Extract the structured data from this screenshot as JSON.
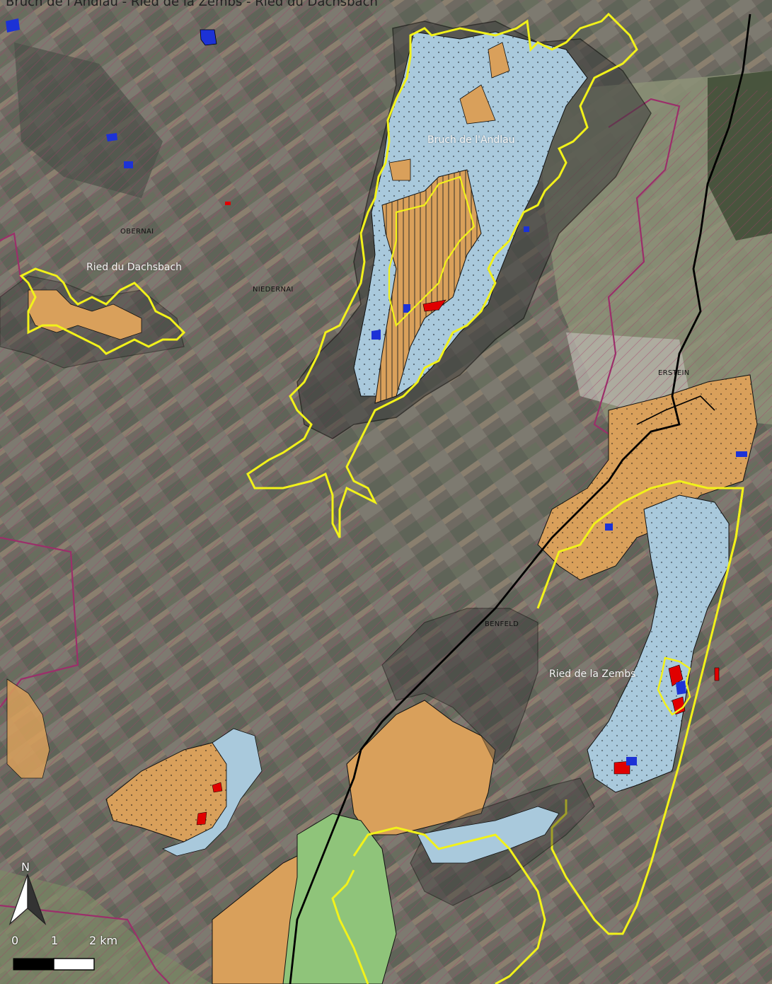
{
  "map": {
    "title": "Bruch de l'Andlau - Ried de la Zembs - Ried du Dachsbach",
    "place_labels": {
      "obernai": "OBERNAI",
      "niedernai": "NIEDERNAI",
      "erstein": "ERSTEIN",
      "benfeld": "BENFELD"
    },
    "site_labels": {
      "bruch": "Bruch de l'Andlau",
      "dachsbach": "Ried du Dachsbach",
      "zembs": "Ried de la Zembs"
    },
    "north_arrow": {
      "letter": "N",
      "icon": "north-arrow-icon"
    },
    "scale_bar": {
      "labels": [
        "0",
        "1",
        "2 km"
      ]
    },
    "colors": {
      "site_boundary": "#f2f21a",
      "hatch": "#a53a6a",
      "orange_habitat": "#d9a05b",
      "blue_habitat": "#a9c9dc",
      "green_habitat": "#8fc47a",
      "red_patch": "#e00000",
      "blue_patch": "#1c32d6"
    }
  }
}
